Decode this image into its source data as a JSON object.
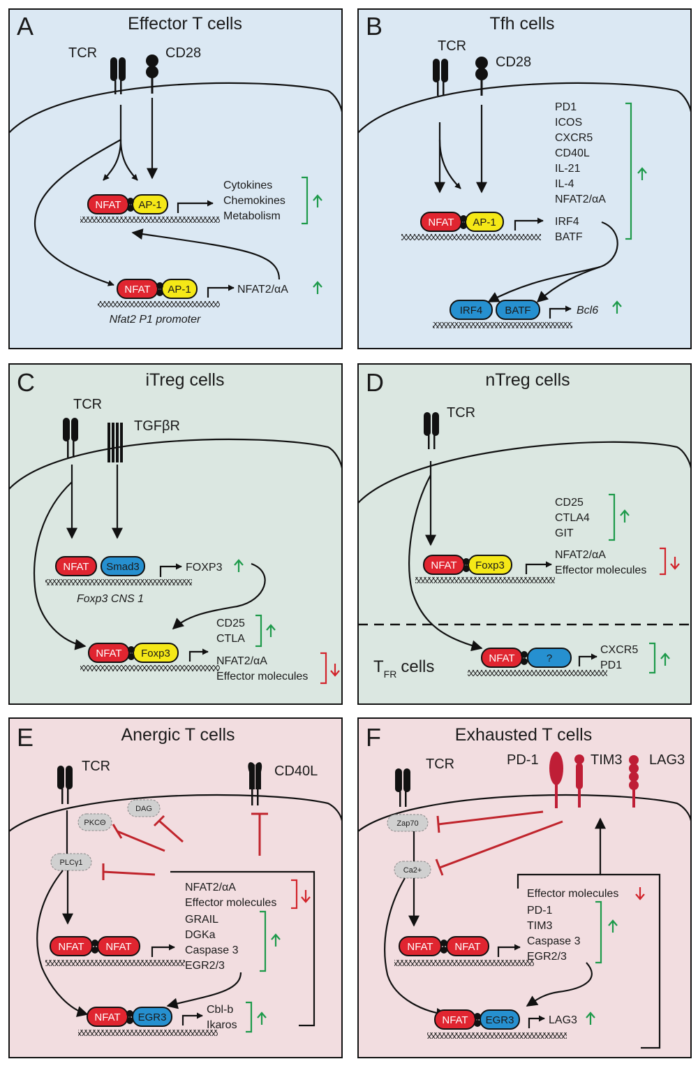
{
  "colors": {
    "blue_bg": "#dbe8f3",
    "green_bg": "#dbe7e1",
    "pink_bg": "#f2dde0",
    "nfat_red": "#e02530",
    "ap1_yellow": "#f5e817",
    "blue_factor": "#2690d0",
    "up_green": "#1d9a4a",
    "down_red": "#d2232a",
    "inhibit_red": "#c0242c",
    "receptor_red": "#bf1e36",
    "molecule_grey": "#d0d0d0"
  },
  "panels": {
    "A": {
      "letter": "A",
      "title": "Effector T cells",
      "receptors": [
        "TCR",
        "CD28"
      ],
      "complex1": [
        "NFAT",
        "AP-1"
      ],
      "targets1": [
        "Cytokines",
        "Chemokines",
        "Metabolism"
      ],
      "complex2": [
        "NFAT",
        "AP-1"
      ],
      "target2": "NFAT2/αA",
      "promoter": "Nfat2 P1 promoter"
    },
    "B": {
      "letter": "B",
      "title": "Tfh cells",
      "receptors": [
        "TCR",
        "CD28"
      ],
      "complex1": [
        "NFAT",
        "AP-1"
      ],
      "targets1": [
        "PD1",
        "ICOS",
        "CXCR5",
        "CD40L",
        "IL-21",
        "IL-4",
        "NFAT2/αA",
        "IRF4",
        "BATF"
      ],
      "complex2": [
        "IRF4",
        "BATF"
      ],
      "target2": "Bcl6"
    },
    "C": {
      "letter": "C",
      "title": "iTreg cells",
      "receptors": [
        "TCR",
        "TGFβR"
      ],
      "complex1": [
        "NFAT",
        "Smad3"
      ],
      "target1": "FOXP3",
      "promoter": "Foxp3 CNS 1",
      "complex2": [
        "NFAT",
        "Foxp3"
      ],
      "targets_up": [
        "CD25",
        "CTLA"
      ],
      "targets_down": [
        "NFAT2/αA",
        "Effector molecules"
      ]
    },
    "D": {
      "letter": "D",
      "title": "nTreg cells",
      "receptors": [
        "TCR"
      ],
      "targets_up": [
        "CD25",
        "CTLA4",
        "GIT"
      ],
      "complex1": [
        "NFAT",
        "Foxp3"
      ],
      "targets_down": [
        "NFAT2/αA",
        "Effector molecules"
      ],
      "subset_main": "T",
      "subset_sub": "FR",
      "subset_suffix": "cells",
      "complex2": [
        "NFAT",
        "?"
      ],
      "targets2": [
        "CXCR5",
        "PD1"
      ]
    },
    "E": {
      "letter": "E",
      "title": "Anergic T cells",
      "receptors": [
        "TCR",
        "CD40L"
      ],
      "molecules": [
        "PKCΘ",
        "DAG",
        "PLCγ1"
      ],
      "targets_down": [
        "NFAT2/αA",
        "Effector molecules"
      ],
      "targets_up": [
        "GRAIL",
        "DGKa",
        "Caspase 3",
        "EGR2/3"
      ],
      "complex1": [
        "NFAT",
        "NFAT"
      ],
      "complex2": [
        "NFAT",
        "EGR3"
      ],
      "targets2": [
        "Cbl-b",
        "Ikaros"
      ]
    },
    "F": {
      "letter": "F",
      "title": "Exhausted T cells",
      "receptors": [
        "TCR",
        "PD-1",
        "TIM3",
        "LAG3"
      ],
      "molecules": [
        "Zap70",
        "Ca2+"
      ],
      "targets_down": [
        "Effector molecules"
      ],
      "targets_up": [
        "PD-1",
        "TIM3",
        "Caspase 3",
        "EGR2/3"
      ],
      "complex1": [
        "NFAT",
        "NFAT"
      ],
      "complex2": [
        "NFAT",
        "EGR3"
      ],
      "target2": "LAG3"
    }
  }
}
